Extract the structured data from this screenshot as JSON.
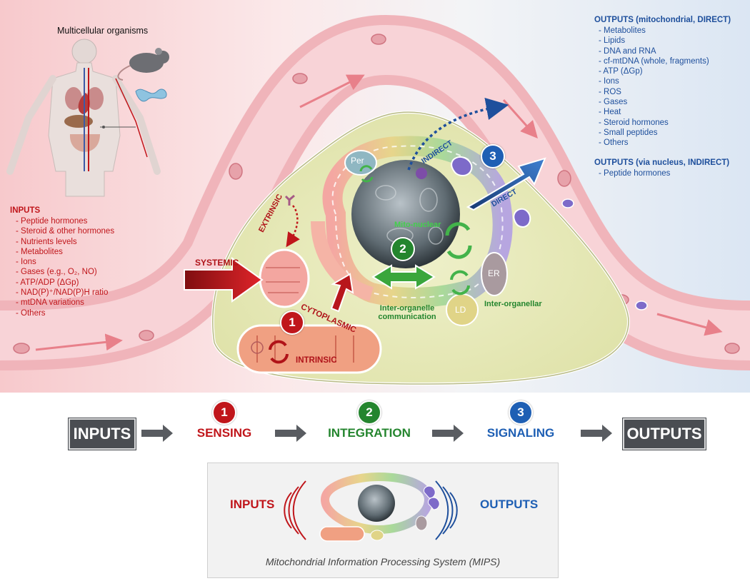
{
  "top": {
    "organisms_title": "Multicellular organisms",
    "inputs": {
      "heading": "INPUTS",
      "items": [
        "Peptide hormones",
        "Steroid & other hormones",
        "Nutrients levels",
        "Metabolites",
        "Ions",
        "Gases (e.g., O₂, NO)",
        "ATP/ADP (ΔGp)",
        "NAD(P)⁺/NAD(P)H ratio",
        "mtDNA variations",
        "Others"
      ]
    },
    "outputs_direct": {
      "heading": "OUTPUTS (mitochondrial, DIRECT)",
      "items": [
        "Metabolites",
        "Lipids",
        "DNA and RNA",
        "cf-mtDNA (whole, fragments)",
        "ATP (ΔGp)",
        "Ions",
        "ROS",
        "Gases",
        "Heat",
        "Steroid hormones",
        "Small peptides",
        "Others"
      ]
    },
    "outputs_indirect": {
      "heading": "OUTPUTS (via nucleus, INDIRECT)",
      "items": [
        "Peptide hormones"
      ]
    }
  },
  "cell": {
    "systemic": "SYSTEMIC",
    "extrinsic": "EXTRINSIC",
    "cytoplasmic": "CYTOPLASMIC",
    "intrinsic": "INTRINSIC",
    "mito_nuclear": "Mito-nuclear",
    "inter_organelle_line1": "Inter-organelle",
    "inter_organelle_line2": "communication",
    "inter_organellar": "Inter-organellar",
    "indirect": "INDIRECT",
    "direct": "DIRECT",
    "per": "Per",
    "er": "ER",
    "ld": "LD",
    "num1": "1",
    "num2": "2",
    "num3": "3"
  },
  "flow": {
    "inputs": "INPUTS",
    "sensing_num": "1",
    "sensing": "SENSING",
    "integration_num": "2",
    "integration": "INTEGRATION",
    "signaling_num": "3",
    "signaling": "SIGNALING",
    "outputs": "OUTPUTS"
  },
  "mips": {
    "inputs": "INPUTS",
    "outputs": "OUTPUTS",
    "caption": "Mitochondrial Information Processing System (MIPS)"
  },
  "colors": {
    "red": "#c0161b",
    "green": "#24852e",
    "blue": "#1e4f9c",
    "flow_box": "#4a4d52"
  }
}
